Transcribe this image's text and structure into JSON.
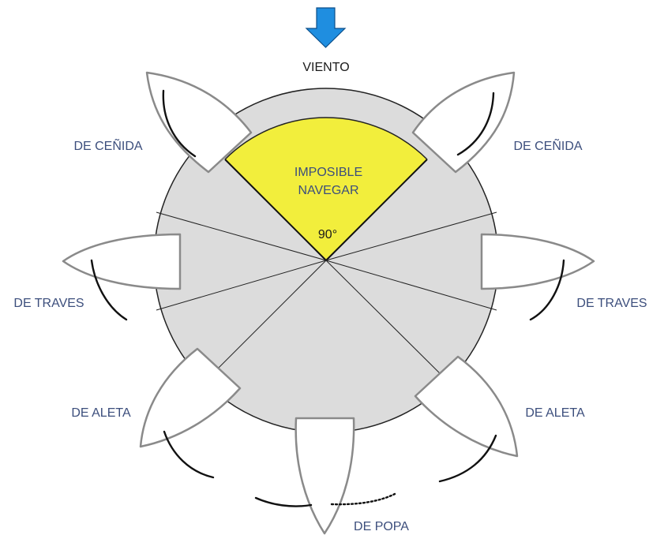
{
  "wind": {
    "label": "VIENTO",
    "arrow_icon": "down-arrow-icon"
  },
  "no_go_zone": {
    "line1": "IMPOSIBLE",
    "line2": "NAVEGAR",
    "angle": "90°"
  },
  "points_of_sail": {
    "close_hauled_left": "DE CEÑIDA",
    "close_hauled_right": "DE CEÑIDA",
    "beam_reach_left": "DE TRAVES",
    "beam_reach_right": "DE TRAVES",
    "broad_reach_left": "DE ALETA",
    "broad_reach_right": "DE ALETA",
    "running": "DE POPA"
  },
  "colors": {
    "circle_fill": "#dcdcdc",
    "no_go_fill": "#f2ee3c",
    "arrow_fill": "#1f8ee0",
    "label_color": "#3c4e7c",
    "hull_stroke": "#8a8a8a"
  }
}
